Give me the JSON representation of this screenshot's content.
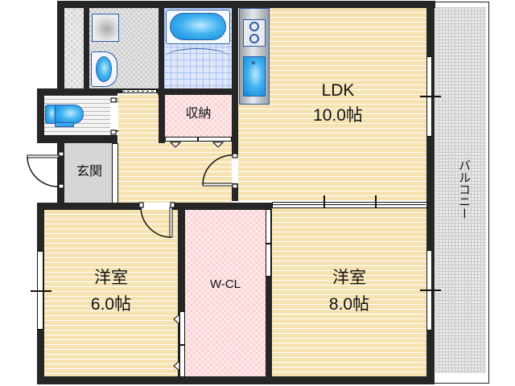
{
  "floorplan": {
    "rooms": {
      "ldk": {
        "name": "LDK",
        "size": "10.0帖"
      },
      "western_room_1": {
        "name": "洋室",
        "size": "6.0帖"
      },
      "western_room_2": {
        "name": "洋室",
        "size": "8.0帖"
      },
      "walk_in_closet": {
        "name": "W-CL"
      },
      "storage": {
        "name": "収納"
      },
      "entrance": {
        "name": "玄関"
      },
      "balcony": {
        "name": "バルコニー"
      }
    },
    "colors": {
      "wall": "#262626",
      "floor_wood": "#f6e2b0",
      "closet_pink": "#fbd3d6",
      "fixture_blue": "#1e9be6",
      "entrance_gray": "#d6d6d6",
      "balcony_gray": "#eaeaea"
    },
    "icons": [
      "bathtub-icon",
      "washbasin-icon",
      "washing-machine-pan-icon",
      "toilet-icon",
      "stove-icon",
      "kitchen-sink-icon",
      "door-swing-icon",
      "sliding-door-icon",
      "window-icon"
    ]
  }
}
